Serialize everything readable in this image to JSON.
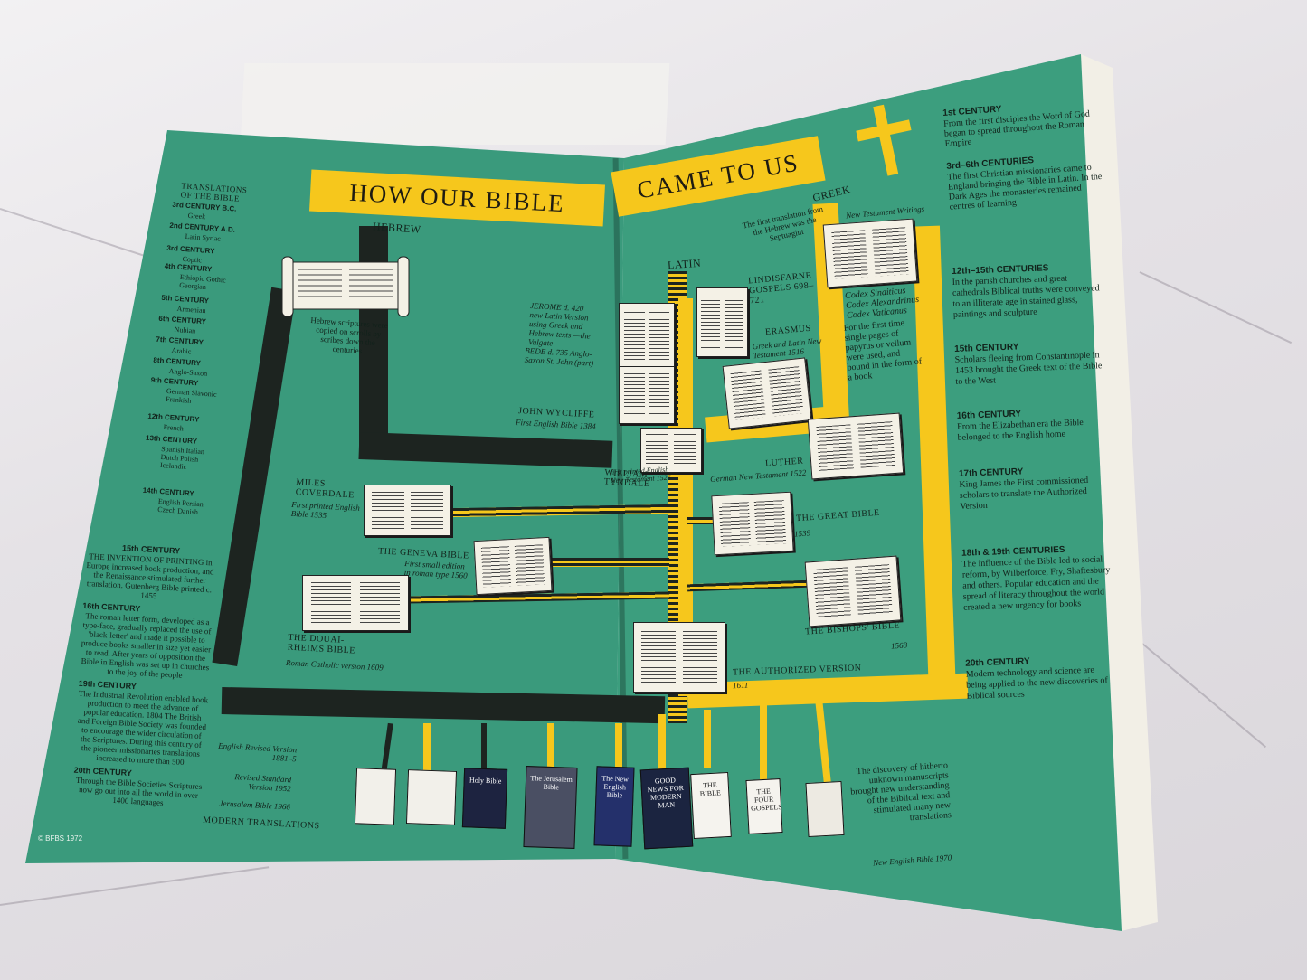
{
  "title_left": "HOW OUR BIBLE",
  "title_right": "CAME TO US",
  "branches": {
    "hebrew": "HEBREW",
    "latin": "LATIN",
    "greek": "GREEK"
  },
  "left_column": {
    "heading": "TRANSLATIONS OF THE BIBLE",
    "entries": [
      {
        "c": "3rd CENTURY B.C.",
        "t": "Greek"
      },
      {
        "c": "2nd CENTURY A.D.",
        "t": "Latin Syriac"
      },
      {
        "c": "3rd CENTURY",
        "t": "Coptic"
      },
      {
        "c": "4th CENTURY",
        "t": "Ethiopic Gothic Georgian"
      },
      {
        "c": "5th CENTURY",
        "t": "Armenian"
      },
      {
        "c": "6th CENTURY",
        "t": "Nubian"
      },
      {
        "c": "7th CENTURY",
        "t": "Arabic"
      },
      {
        "c": "8th CENTURY",
        "t": "Anglo-Saxon"
      },
      {
        "c": "9th CENTURY",
        "t": "German Slavonic Frankish"
      },
      {
        "c": "12th CENTURY",
        "t": "French"
      },
      {
        "c": "13th CENTURY",
        "t": "Spanish Italian Dutch Polish Icelandic"
      },
      {
        "c": "14th CENTURY",
        "t": "English Persian Czech Danish"
      }
    ],
    "c15_head": "15th CENTURY",
    "c15": "THE INVENTION OF PRINTING in Europe increased book production, and the Renaissance stimulated further translation. Gutenberg Bible printed c. 1455",
    "c16_head": "16th CENTURY",
    "c16": "The roman letter form, developed as a type-face, gradually replaced the use of 'black-letter' and made it possible to produce books smaller in size yet easier to read. After years of opposition the Bible in English was set up in churches to the joy of the people",
    "c19_head": "19th CENTURY",
    "c19": "The Industrial Revolution enabled book production to meet the advance of popular education. 1804 The British and Foreign Bible Society was founded to encourage the wider circulation of the Scriptures. During this century of the pioneer missionaries translations increased to more than 500",
    "c20_head": "20th CENTURY",
    "c20": "Through the Bible Societies Scriptures now go out into all the world in over 1400 languages",
    "copyright": "© BFBS 1972"
  },
  "right_column": {
    "c1_head": "1st CENTURY",
    "c1": "From the first disciples the Word of God began to spread throughout the Roman Empire",
    "c3_head": "3rd–6th CENTURIES",
    "c3": "The first Christian missionaries came to England bringing the Bible in Latin. In the Dark Ages the monasteries remained centres of learning",
    "c12_head": "12th–15th CENTURIES",
    "c12": "In the parish churches and great cathedrals Biblical truths were conveyed to an illiterate age in stained glass, paintings and sculpture",
    "c15_head": "15th CENTURY",
    "c15": "Scholars fleeing from Constantinople in 1453 brought the Greek text of the Bible to the West",
    "c16_head": "16th CENTURY",
    "c16": "From the Elizabethan era the Bible belonged to the English home",
    "c17_head": "17th CENTURY",
    "c17": "King James the First commissioned scholars to translate the Authorized Version",
    "c18_head": "18th & 19th CENTURIES",
    "c18": "The influence of the Bible led to social reform, by Wilberforce, Fry, Shaftesbury and others. Popular education and the spread of literacy throughout the world created a new urgency for books",
    "c20_head": "20th CENTURY",
    "c20": "Modern technology and science are being applied to the new discoveries of Biblical sources"
  },
  "diagram": {
    "hebrew_scrolls": "Hebrew scriptures were copied on scrolls by scribes down the centuries",
    "jerome": "JEROME d. 420 new Latin Version using Greek and Hebrew texts —the Vulgate",
    "bede": "BEDE d. 735 Anglo-Saxon St. John (part)",
    "wycliffe": "JOHN WYCLIFFE",
    "wycliffe_sub": "First English Bible 1384",
    "lindisfarne": "LINDISFARNE GOSPELS 698–721",
    "erasmus": "ERASMUS",
    "erasmus_sub": "Greek and Latin New Testament 1516",
    "septuagint": "The first translation from the Hebrew was the Septuagint",
    "nt_writings": "New Testament Writings",
    "codex": "Codex Sinaiticus Codex Alexandrinus Codex Vaticanus",
    "papyrus": "For the first time single pages of papyrus or vellum were used, and bound in the form of a book",
    "tyndale": "WILLIAM TYNDALE",
    "tyndale_sub": "first printed English New Testament 1526",
    "luther": "LUTHER",
    "luther_sub": "German New Testament 1522",
    "coverdale": "MILES COVERDALE",
    "coverdale_sub": "First printed English Bible 1535",
    "geneva": "THE GENEVA BIBLE",
    "geneva_sub": "First small edition in roman type 1560",
    "great": "THE GREAT BIBLE",
    "great_year": "1539",
    "douai": "THE DOUAI-RHEIMS BIBLE",
    "douai_sub": "Roman Catholic version 1609",
    "bishops": "THE BISHOPS' BIBLE",
    "bishops_year": "1568",
    "authorized": "THE AUTHORIZED VERSION",
    "authorized_year": "1611",
    "erv": "English Revised Version 1881–5",
    "rsv": "Revised Standard Version 1952",
    "jerusalem": "Jerusalem Bible 1966",
    "modern": "MODERN TRANSLATIONS",
    "discovery": "The discovery of hitherto unknown manuscripts brought new understanding of the Biblical text and stimulated many new translations",
    "neb": "New English Bible 1970"
  },
  "covers": [
    {
      "label": "",
      "bg": "#f2f0ea",
      "fg": "#222"
    },
    {
      "label": "",
      "bg": "#f2f0ea",
      "fg": "#222"
    },
    {
      "label": "Holy Bible",
      "bg": "#1d2340",
      "fg": "#ffffff"
    },
    {
      "label": "The Jerusalem Bible",
      "bg": "#4a4f63",
      "fg": "#ffffff"
    },
    {
      "label": "The New English Bible",
      "bg": "#24306b",
      "fg": "#ffffff"
    },
    {
      "label": "GOOD NEWS FOR MODERN MAN",
      "bg": "#1b2440",
      "fg": "#ffffff"
    },
    {
      "label": "THE BIBLE",
      "bg": "#f5f3ee",
      "fg": "#222"
    },
    {
      "label": "THE FOUR GOSPELS",
      "bg": "#f5f3ee",
      "fg": "#222"
    },
    {
      "label": "",
      "bg": "#edeae2",
      "fg": "#223"
    }
  ],
  "colors": {
    "green": "#3a9a7c",
    "yellow": "#f6c71c",
    "dark": "#1d2420"
  }
}
